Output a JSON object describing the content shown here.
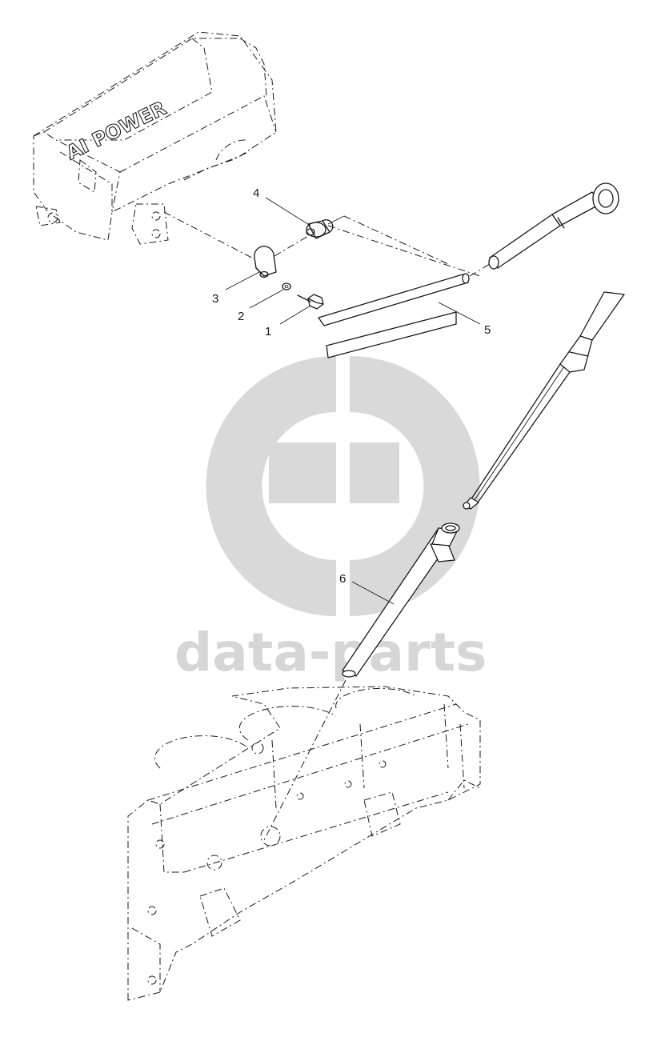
{
  "diagram": {
    "housing_logo": "AI POWER",
    "watermark_text": "data-parts",
    "callouts": [
      {
        "id": "1",
        "label": "1"
      },
      {
        "id": "2",
        "label": "2"
      },
      {
        "id": "3",
        "label": "3"
      },
      {
        "id": "4",
        "label": "4"
      },
      {
        "id": "5",
        "label": "5"
      },
      {
        "id": "6",
        "label": "6"
      }
    ]
  },
  "colors": {
    "line": "#1a1a1a",
    "watermark": "#d9d9d9",
    "background": "#ffffff"
  }
}
